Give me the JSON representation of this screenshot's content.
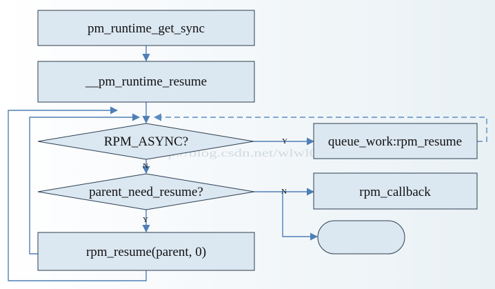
{
  "nodes": {
    "get_sync": "pm_runtime_get_sync",
    "runtime_resume": "__pm_runtime_resume",
    "async_decision": "RPM_ASYNC?",
    "queue_work": "queue_work:rpm_resume",
    "parent_decision": "parent_need_resume?",
    "callback": "rpm_callback",
    "resume_parent": "rpm_resume(parent, 0)",
    "terminal": ""
  },
  "edge_labels": {
    "async_yes": "Y",
    "async_no": "N",
    "parent_yes": "Y",
    "parent_no": "N"
  },
  "watermark": "http://blog.csdn.net/wlwl0071986",
  "colors": {
    "box_fill": "#dbe7f1",
    "box_stroke": "#2c3e50",
    "arrow": "#4f7fb7",
    "dashed_arrow": "#5a8cc2"
  }
}
